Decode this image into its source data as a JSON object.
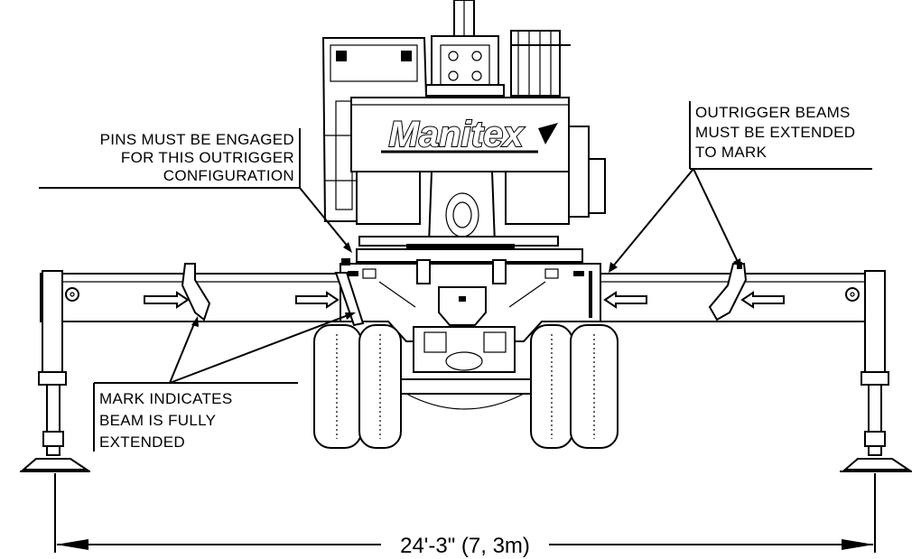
{
  "brand": {
    "logo_text": "Manitex"
  },
  "callouts": {
    "pins": [
      "PINS MUST BE ENGAGED",
      "FOR THIS OUTRIGGER",
      "CONFIGURATION"
    ],
    "beams": [
      "OUTRIGGER BEAMS",
      "MUST BE EXTENDED",
      "TO MARK"
    ],
    "mark": [
      "MARK INDICATES",
      "BEAM IS FULLY",
      "EXTENDED"
    ]
  },
  "dimension": {
    "span_label": "24'-3\" (7, 3m)"
  },
  "colors": {
    "line": "#000000",
    "background": "#ffffff"
  }
}
